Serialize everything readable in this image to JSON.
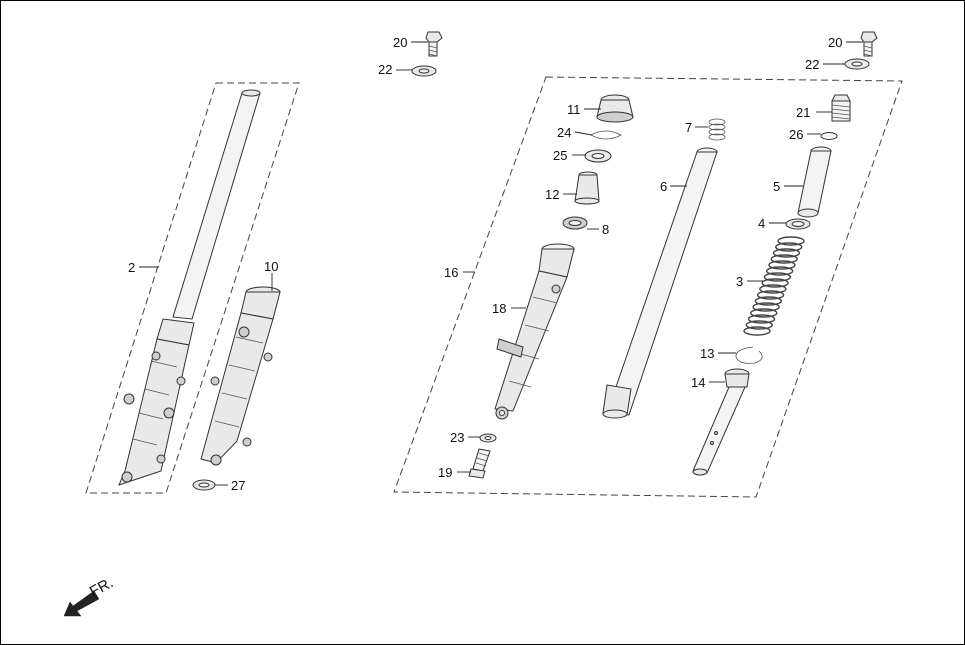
{
  "callouts": {
    "c20a": "20",
    "c22a": "22",
    "c20b": "20",
    "c22b": "22",
    "c2": "2",
    "c10": "10",
    "c27": "27",
    "c11": "11",
    "c24": "24",
    "c25": "25",
    "c12": "12",
    "c8": "8",
    "c16": "16",
    "c18": "18",
    "c23": "23",
    "c19": "19",
    "c7": "7",
    "c6": "6",
    "c21": "21",
    "c26": "26",
    "c5": "5",
    "c4": "4",
    "c3": "3",
    "c13": "13",
    "c14": "14"
  },
  "front_indicator": "FR."
}
